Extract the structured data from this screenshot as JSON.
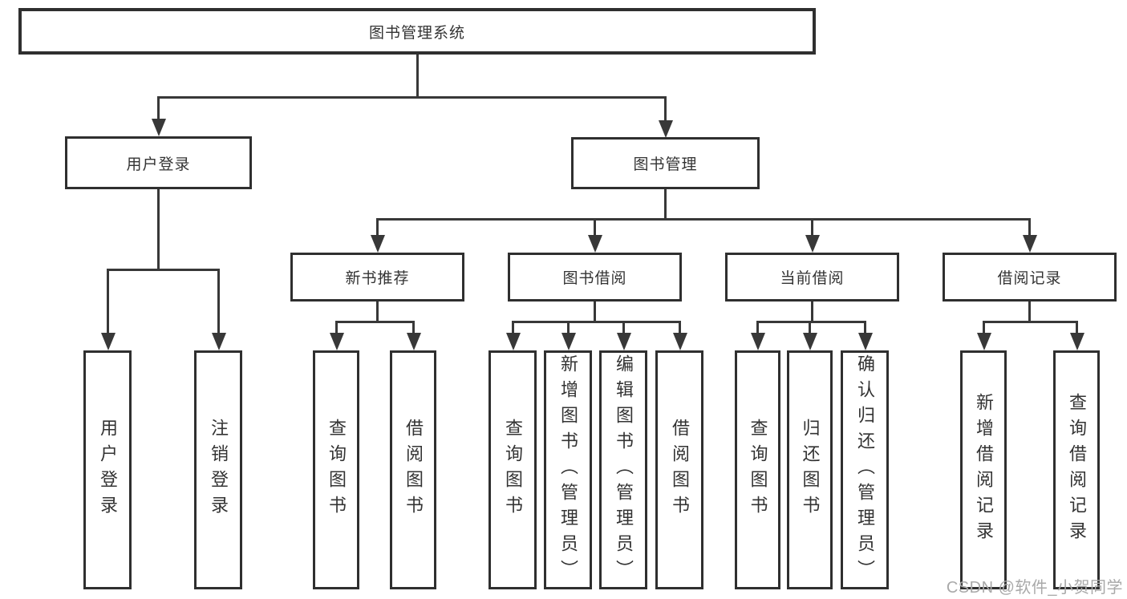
{
  "tree": {
    "label": "图书管理系统",
    "children": [
      {
        "label": "用户登录",
        "children": [
          {
            "label": "用户登录"
          },
          {
            "label": "注销登录"
          }
        ]
      },
      {
        "label": "图书管理",
        "children": [
          {
            "label": "新书推荐",
            "children": [
              {
                "label": "查询图书"
              },
              {
                "label": "借阅图书"
              }
            ]
          },
          {
            "label": "图书借阅",
            "children": [
              {
                "label": "查询图书"
              },
              {
                "label": "新增图书（管理员）"
              },
              {
                "label": "编辑图书（管理员）"
              },
              {
                "label": "借阅图书"
              }
            ]
          },
          {
            "label": "当前借阅",
            "children": [
              {
                "label": "查询图书"
              },
              {
                "label": "归还图书"
              },
              {
                "label": "确认归还（管理员）"
              }
            ]
          },
          {
            "label": "借阅记录",
            "children": [
              {
                "label": "新增借阅记录"
              },
              {
                "label": "查询借阅记录"
              }
            ]
          }
        ]
      }
    ]
  },
  "watermark": {
    "text": "CSDN @软件_小贺同学"
  },
  "colors": {
    "line": "#383838",
    "box_border": "#2f2f2f",
    "text": "#333333",
    "watermark": "#a9a9a9",
    "background": "#ffffff"
  }
}
